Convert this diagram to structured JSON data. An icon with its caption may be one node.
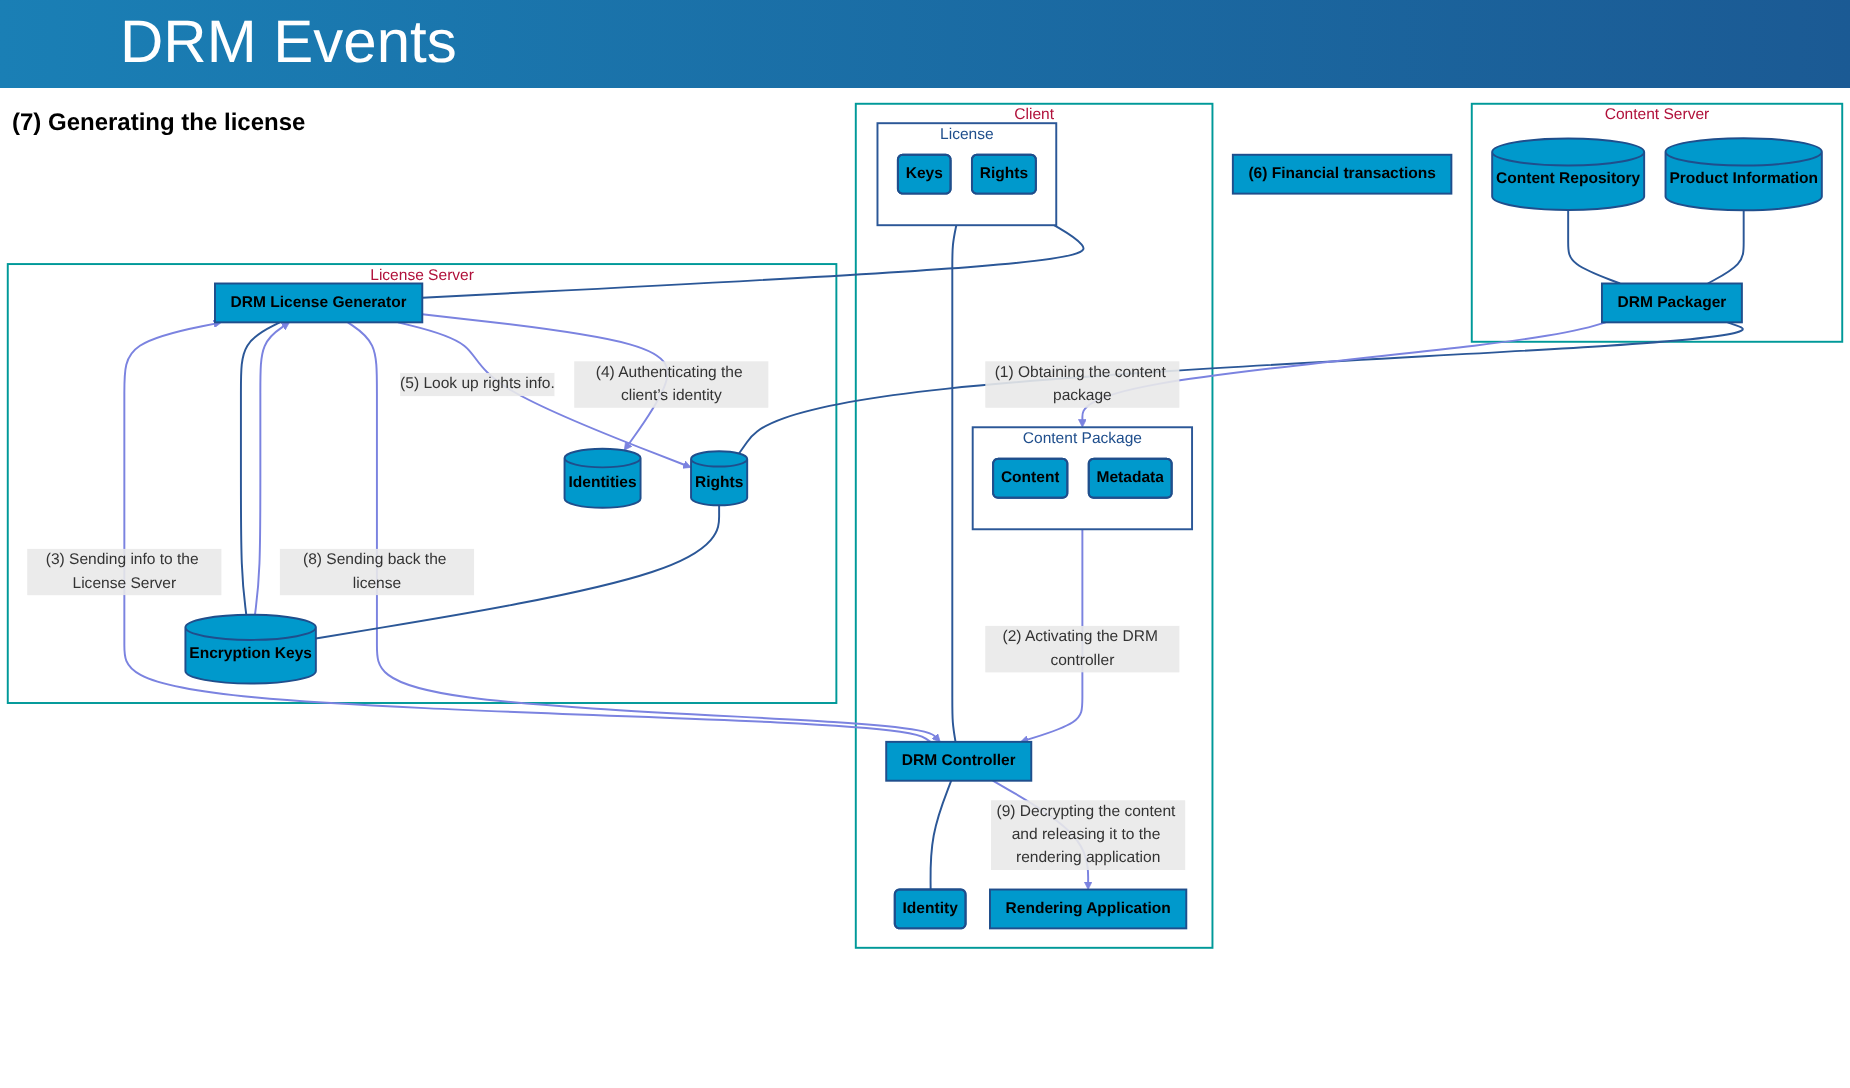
{
  "diagram": {
    "title": "DRM Events",
    "nodes": [
      {
        "text": [
          "Content Server"
        ]
      },
      {
        "text": [
          "Content Repository"
        ],
        "in": 0
      },
      {
        "text": [
          "Product Information"
        ],
        "in": 0
      },
      {
        "text": [
          "DRM Packager"
        ],
        "in": 0
      },
      {
        "text": [
          "Client"
        ]
      },
      {
        "text": [
          "Content Package"
        ],
        "in": 4
      },
      {
        "text": [
          "Content"
        ],
        "in": 5
      },
      {
        "text": [
          "Metadata"
        ],
        "in": 5
      },
      {
        "text": [
          "Rendering Application"
        ],
        "in": 4
      },
      {
        "text": [
          "DRM Controller"
        ],
        "in": 4
      },
      {
        "text": [
          "License"
        ],
        "in": 4
      },
      {
        "text": [
          "Keys"
        ],
        "in": 10
      },
      {
        "text": [
          "Rights"
        ],
        "in": 10
      },
      {
        "text": [
          "Identity"
        ],
        "in": 4
      },
      {
        "text": [
          "License Server"
        ]
      },
      {
        "text": [
          "Rights"
        ],
        "in": 14
      },
      {
        "text": [
          "DRM License Generator"
        ],
        "in": 14
      },
      {
        "text": [
          "Encryption Keys"
        ],
        "in": 14
      },
      {
        "text": [
          "Identities"
        ],
        "in": 14
      },
      {
        "text": [
          "(6) Financial transactions"
        ]
      }
    ],
    "edges": [
      {
        "from": 1,
        "to": 3,
        "arrow": "none"
      },
      {
        "from": 2,
        "to": 3,
        "arrow": "none"
      },
      {
        "from": 3,
        "to": 5,
        "arrow": "to",
        "label": "(1) Obtaining the content package",
        "color": "#7b83e0"
      },
      {
        "from": 5,
        "to": 9,
        "arrow": "to",
        "label": "(2) Activating the DRM controller",
        "color": "#7b83e0"
      },
      {
        "from": 9,
        "to": 16,
        "arrow": "to",
        "label": "(3) Sending info to the License Server",
        "color": "#7b83e0"
      },
      {
        "from": 16,
        "to": 18,
        "arrow": "to",
        "label": "(4) Authenticating the client’s identity",
        "color": "#7b83e0"
      },
      {
        "from": 16,
        "to": 15,
        "arrow": "to",
        "label": "(5) Look up rights info.",
        "color": "#7b83e0"
      },
      {
        "from": 17,
        "to": 16,
        "arrow": "to",
        "color": "#7b83e0"
      },
      {
        "from": 16,
        "to": 9,
        "arrow": "to",
        "label": "(8) Sending back the license",
        "color": "#7b83e0"
      },
      {
        "from": 9,
        "to": 8,
        "arrow": "to",
        "label": "(9) Decrypting the content and releasing it to the rendering application",
        "color": "#7b83e0"
      },
      {
        "from": 3,
        "to": 15,
        "arrow": "none"
      },
      {
        "from": 15,
        "to": 17,
        "arrow": "none"
      },
      {
        "from": 17,
        "to": 16,
        "arrow": "none"
      },
      {
        "from": 9,
        "to": 10,
        "arrow": "none"
      },
      {
        "from": 9,
        "to": 13,
        "arrow": "none"
      },
      {
        "from": 10,
        "to": 16,
        "arrow": "none"
      }
    ],
    "labels": [
      "(7) Generating the license"
    ]
  }
}
